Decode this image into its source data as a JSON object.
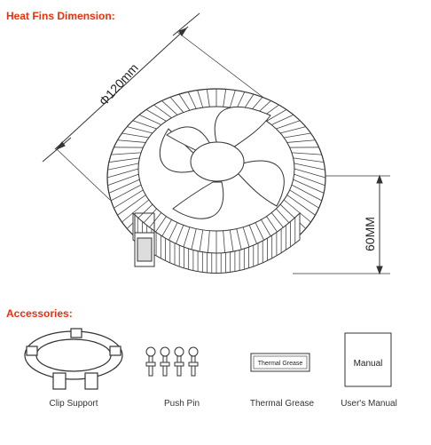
{
  "sections": {
    "heat_fins_title": "Heat Fins Dimension:",
    "accessories_title": "Accessories:"
  },
  "dimensions": {
    "diameter": "Φ120mm",
    "height": "60MM"
  },
  "accessories": [
    {
      "label": "Clip Support",
      "icon": "clip-support-icon"
    },
    {
      "label": "Push Pin",
      "icon": "push-pin-icon"
    },
    {
      "label": "Thermal Grease",
      "icon": "thermal-grease-icon",
      "package_text": "Thermal Grease"
    },
    {
      "label": "User's Manual",
      "icon": "manual-icon",
      "package_text": "Manual"
    }
  ],
  "colors": {
    "section_title": "#e8320e",
    "line": "#333333"
  }
}
